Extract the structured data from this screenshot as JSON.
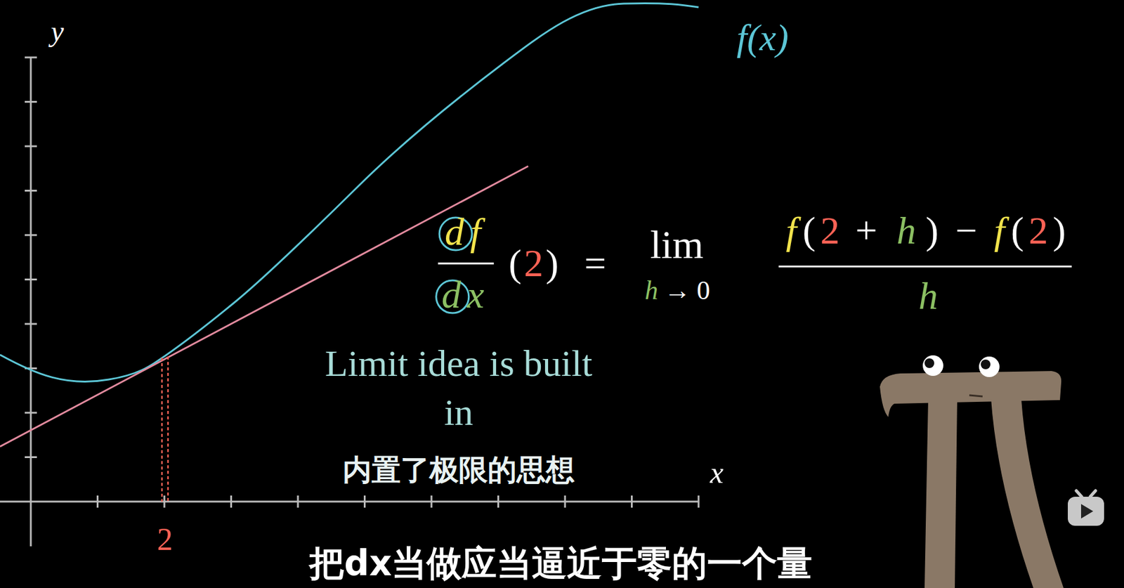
{
  "diagram": {
    "labels": [
      "y",
      "f(x)",
      "df",
      "dx",
      "(",
      "2",
      ")",
      "=",
      "lim",
      "h",
      "→",
      "0",
      "f",
      "(",
      "2",
      "+",
      "h",
      ")",
      "−",
      "f",
      "(",
      "2",
      ")",
      "h",
      "Limit idea is built in",
      "内置了极限的思想",
      "x",
      "2",
      "把dx当做应当逼近于零的一个量"
    ]
  }
}
